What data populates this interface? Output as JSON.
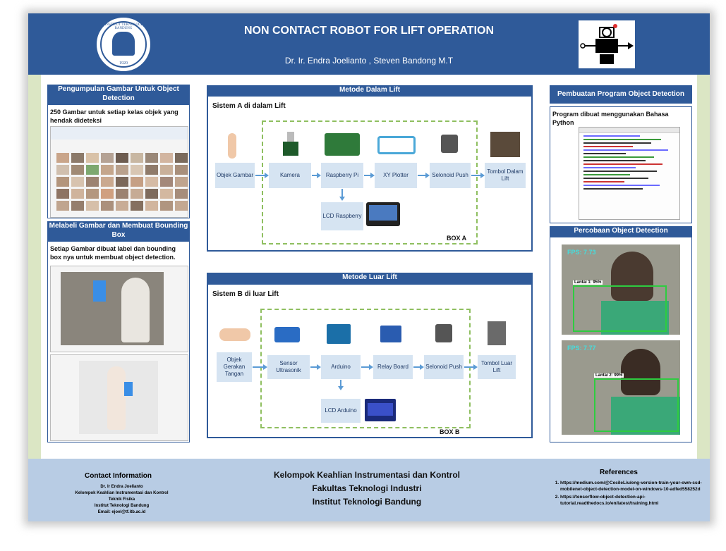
{
  "header": {
    "title": "NON CONTACT ROBOT FOR LIFT OPERATION",
    "authors": "Dr. Ir. Endra Joelianto , Steven Bandong M.T",
    "logo_left": {
      "icon": "itb-logo-icon",
      "text": "INSTITUT TEKNOLOGI BANDUNG",
      "year": "1920"
    },
    "logo_right": {
      "icon": "robot-logo-icon"
    }
  },
  "left": {
    "sec1_title": "Pengumpulan Gambar Untuk Object Detection",
    "sec1_text": "250 Gambar untuk setiap kelas objek yang hendak dideteksi",
    "sec2_title": "Melabeli Gambar dan Membuat Bounding Box",
    "sec2_text": "Setiap Gambar dibuat label dan bounding box nya untuk membuat object detection."
  },
  "center": {
    "a_title": "Metode Dalam Lift",
    "a_system": "Sistem A di dalam Lift",
    "a_nodes": {
      "objek": "Objek Gambar",
      "kamera": "Kamera",
      "raspberry": "Raspberry Pi",
      "xy": "XY Plotter",
      "selonoid": "Selonoid Push",
      "tombol": "Tombol Dalam Lift",
      "lcd": "LCD Raspberry"
    },
    "a_box": "BOX A",
    "b_title": "Metode Luar Lift",
    "b_system": "Sistem B di luar Lift",
    "b_nodes": {
      "objek": "Objek Gerakan Tangan",
      "sensor": "Sensor Ultrasonik",
      "arduino": "Arduino",
      "relay": "Relay Board",
      "selonoid": "Selonoid Push",
      "tombol": "Tombol Luar Lift",
      "lcd": "LCD Arduino"
    },
    "b_box": "BOX B"
  },
  "right": {
    "sec1_title": "Pembuatan Program Object Detection",
    "sec1_text": "Program dibuat menggunakan Bahasa Python",
    "sec2_title": "Percobaan Object Detection",
    "detections": [
      {
        "fps": "FPS: 7.73",
        "label": "Lantai 1: 95%"
      },
      {
        "fps": "FPS: 7.77",
        "label": "Lantai 2: 99%"
      }
    ]
  },
  "footer": {
    "contact_title": "Contact Information",
    "contact_lines": [
      "Dr. Ir Endra Joelianto",
      "Kelompok Keahlian Instrumentasi dan Kontrol",
      "Teknik Fisika",
      "Institut Teknologi Bandung",
      "Email: ejoel@tf.itb.ac.id"
    ],
    "center_lines": [
      "Kelompok Keahlian Instrumentasi dan Kontrol",
      "Fakultas Teknologi Industri",
      "Institut Teknologi Bandung"
    ],
    "ref_title": "References",
    "refs": [
      "https://medium.com/@CecileLiu/eng-version-train-your-own-ssd-mobilenet-object-detection-model-on-windows-10-adfed558252d",
      "https://tensorflow-object-detection-api-tutorial.readthedocs.io/en/latest/training.html"
    ]
  },
  "colors": {
    "primary": "#2f5a99",
    "footer": "#b8cce4",
    "node": "#d6e4f2",
    "dashed": "#8fbf60",
    "side": "#dbe6c4"
  }
}
